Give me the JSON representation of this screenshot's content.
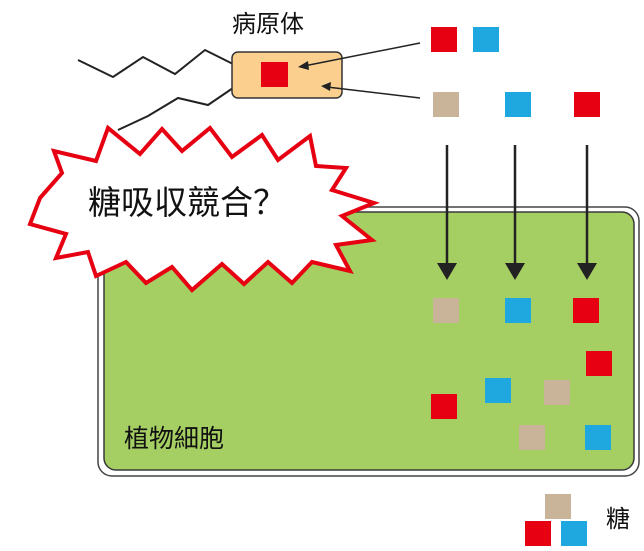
{
  "labels": {
    "pathogen": "病原体",
    "burst": "糖吸収競合？",
    "plant_cell": "植物細胞",
    "legend_sugar": "糖"
  },
  "colors": {
    "sugar_red": "#e60012",
    "sugar_blue": "#1fa8e0",
    "sugar_beige": "#c9b49a",
    "cell_green": "#a5cf63",
    "pathogen_fill": "#fbd08f",
    "burst_outline": "#e60012"
  }
}
